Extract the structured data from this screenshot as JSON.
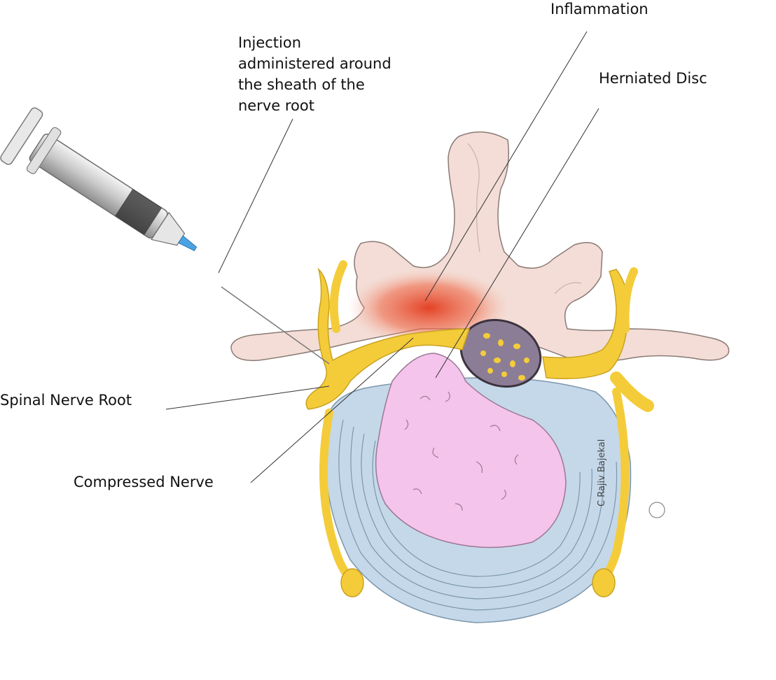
{
  "labels": {
    "injection": [
      "Injection",
      "administered around",
      "the sheath of the",
      "nerve root"
    ],
    "inflammation": "Inflammation",
    "herniated_disc": "Herniated Disc",
    "spinal_nerve_root": "Spinal Nerve Root",
    "compressed_nerve": "Compressed Nerve"
  },
  "credit": "C  Rajiv Bajekal",
  "colors": {
    "bone": "#f3ddd6",
    "bone_outline": "#8a7a74",
    "nerve": "#f4cc3a",
    "nerve_outline": "#c9a21e",
    "disc_annulus": "#c4d8ea",
    "disc_nucleus": "#f4c4ec",
    "inflammation": "#e8452a",
    "cord": "#8c7d96",
    "needle_hub": "#4aa3e0",
    "leader_line": "#333333"
  }
}
